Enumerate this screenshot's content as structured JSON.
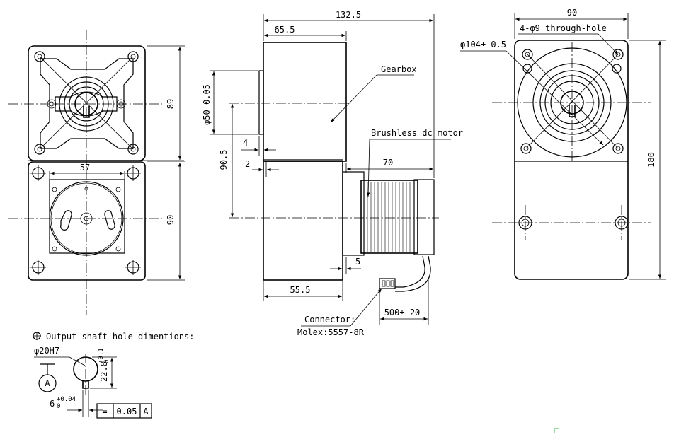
{
  "front_view": {
    "dim_height_top": "89",
    "dim_height_bottom": "90",
    "dim_width_motor": "57"
  },
  "side_view": {
    "dim_total_length": "132.5",
    "dim_gearbox_length": "65.5",
    "dim_shaft_dia": "φ50-0.05",
    "dim_step_4": "4",
    "dim_step_2": "2",
    "dim_height_90_5": "90.5",
    "dim_motor_length": "70",
    "dim_base_length": "55.5",
    "dim_gap_5": "5",
    "dim_cable": "500± 20",
    "label_gearbox": "Gearbox",
    "label_motor": "Brushless dc motor",
    "label_connector_1": "Connector:",
    "label_connector_2": "Molex:5557-8R"
  },
  "right_view": {
    "dim_width": "90",
    "dim_holes": "4-φ9 through-hole",
    "dim_pcd": "φ104± 0.5",
    "dim_height": "180"
  },
  "detail": {
    "title": "Output shaft hole dimentions:",
    "bore": "φ20H7",
    "keyway_depth": "22.8",
    "keyway_depth_tol": "+0.1",
    "keyway_depth_tol2": "0",
    "keyway_width": "6",
    "keyway_width_tol": "+0.04",
    "keyway_width_tol2": "0",
    "datum": "A",
    "tolerance_symbol": "=",
    "tolerance_value": "0.05",
    "tolerance_datum": "A"
  }
}
